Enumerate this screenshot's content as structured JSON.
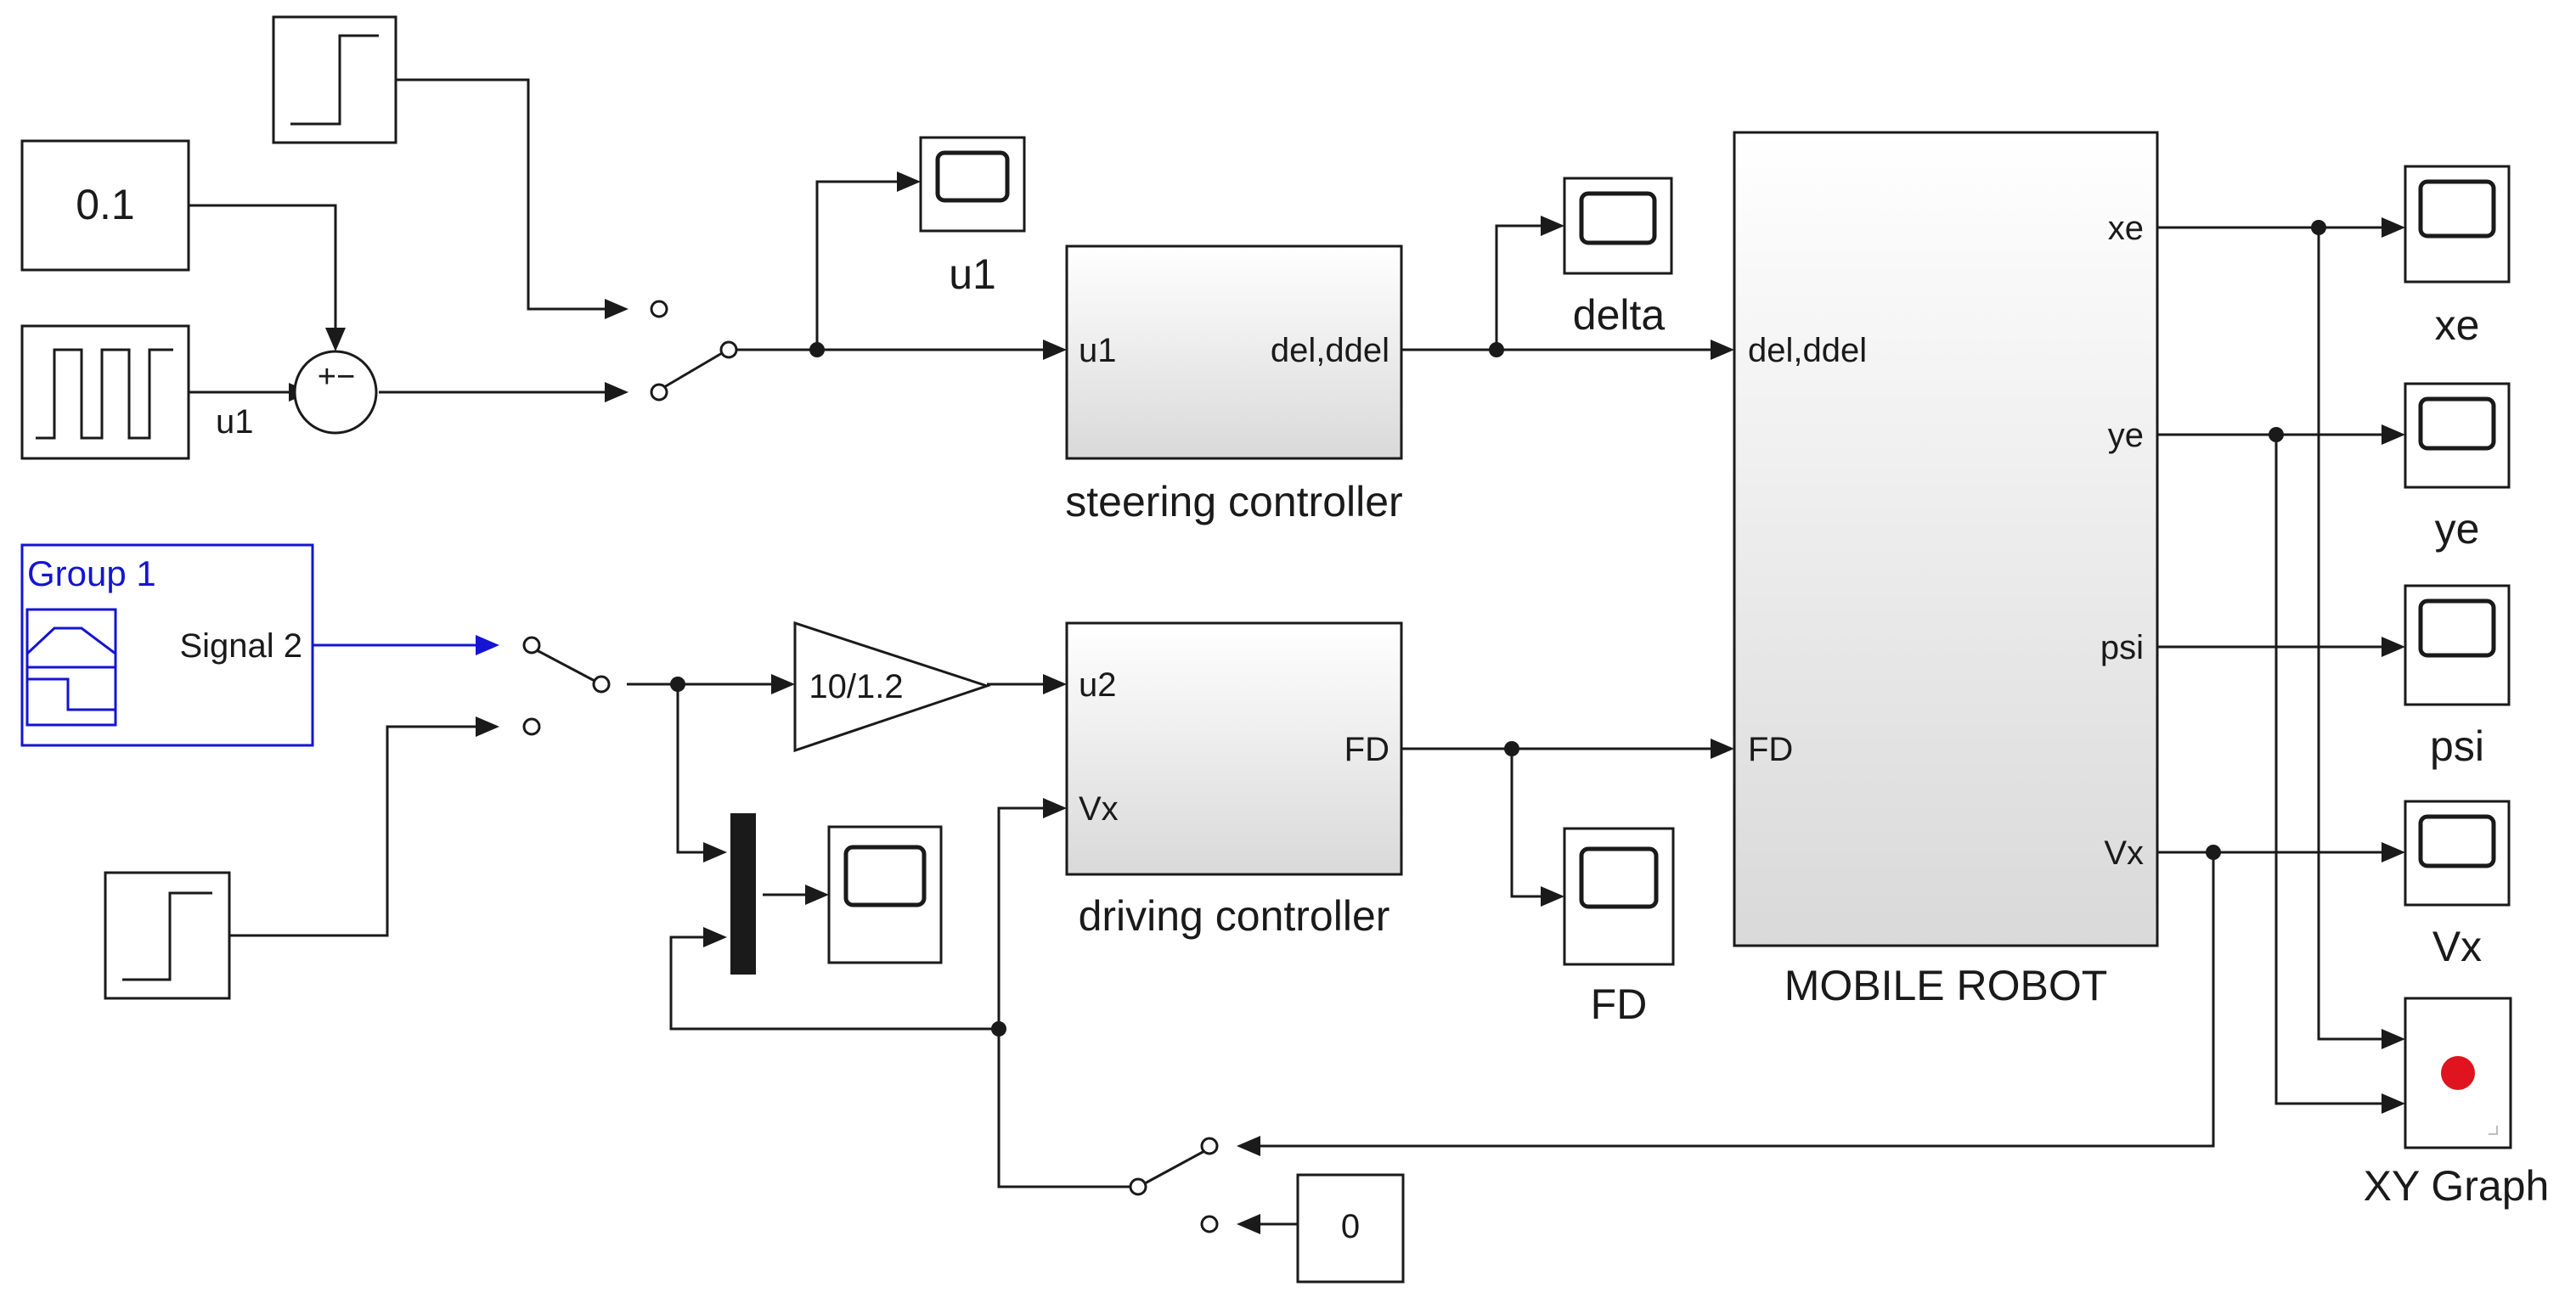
{
  "blocks": {
    "constant_01": "0.1",
    "sum_signs": "+−",
    "pulse_out_label": "u1",
    "scope_u1_label": "u1",
    "steering": {
      "in": "u1",
      "out": "del,ddel",
      "name": "steering controller"
    },
    "scope_delta_label": "delta",
    "robot": {
      "in1": "del,ddel",
      "in2": "FD",
      "out1": "xe",
      "out2": "ye",
      "out3": "psi",
      "out4": "Vx",
      "name": "MOBILE ROBOT"
    },
    "scope_xe_label": "xe",
    "scope_ye_label": "ye",
    "scope_psi_label": "psi",
    "scope_vx_label": "Vx",
    "xy_graph_label": "XY Graph",
    "signal_builder": {
      "group": "Group 1",
      "signal": "Signal 2"
    },
    "gain": "10/1.2",
    "driving": {
      "in1": "u2",
      "in2": "Vx",
      "out": "FD",
      "name": "driving controller"
    },
    "scope_fd_label": "FD",
    "constant_0": "0"
  },
  "colors": {
    "line": "#1a1a1a",
    "signal_builder": "#1414d2",
    "xy_record_dot": "#e0141e"
  }
}
